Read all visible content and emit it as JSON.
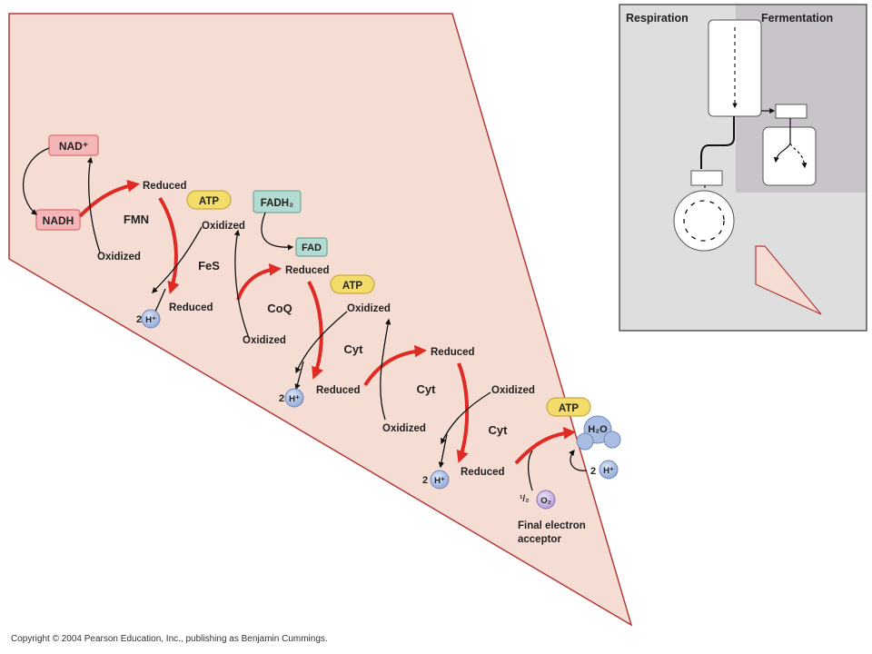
{
  "carriers": {
    "fmn": "FMN",
    "fes": "FeS",
    "coq": "CoQ",
    "cyt1": "Cyt",
    "cyt2": "Cyt",
    "cyt3": "Cyt"
  },
  "states": {
    "reduced": "Reduced",
    "oxidized": "Oxidized"
  },
  "molecules": {
    "nad_plus": "NAD⁺",
    "nadh": "NADH",
    "fadh2": "FADH₂",
    "fad": "FAD",
    "atp": "ATP",
    "h_ion": "H⁺",
    "two": "2",
    "water": "H₂O",
    "oxygen": "O₂",
    "half": "¹/₂"
  },
  "final_acceptor": [
    "Final electron",
    "acceptor"
  ],
  "inset": {
    "respiration": "Respiration",
    "fermentation": "Fermentation"
  },
  "copyright": "Copyright © 2004 Pearson Education, Inc., publishing as Benjamin Cummings.",
  "colors": {
    "membrane_fill": "#f6ddd4",
    "membrane_stroke": "#b33a3a",
    "electron_arrow": "#e02a24",
    "nad_box": "#f4b6b8",
    "fad_box": "#b4dbd2",
    "atp_oval": "#f3dc6a",
    "h_ion": "#9fb4dc",
    "oxygen": "#c8b4e0",
    "water": "#a9bde2",
    "inset_dark": "#c8c4c9",
    "inset_light": "#dedede"
  }
}
